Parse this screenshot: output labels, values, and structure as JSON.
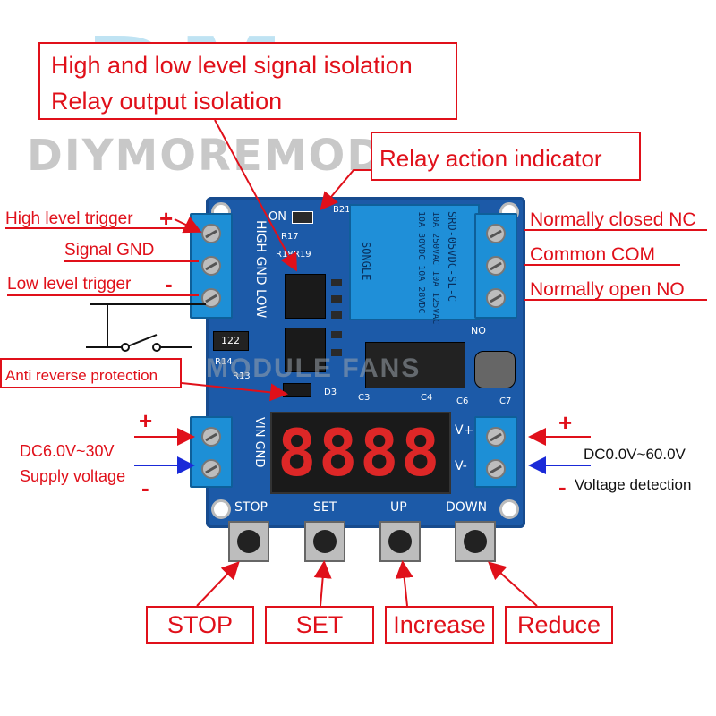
{
  "watermark": {
    "logo_letters": "DM",
    "brand": "DIYMOREMODULES",
    "overlay": "MODULE FANS"
  },
  "top_box": {
    "line1": "High and low level signal isolation",
    "line2": "Relay output isolation"
  },
  "relay_indicator": {
    "label": "Relay action indicator"
  },
  "left_labels": {
    "high_trigger": "High level trigger",
    "signal_gnd": "Signal GND",
    "low_trigger": "Low level trigger",
    "anti_reverse": "Anti reverse protection",
    "supply": "DC6.0V~30V",
    "supply_sub": "Supply voltage"
  },
  "right_labels": {
    "nc": "Normally closed NC",
    "com": "Common COM",
    "no": "Normally open NO",
    "detect_range": "DC0.0V~60.0V",
    "detect": "Voltage detection"
  },
  "signs": {
    "plus": "+",
    "minus": "-"
  },
  "board_silk": {
    "on": "ON",
    "b21": "B21",
    "r17": "R17",
    "r18": "R18",
    "r19": "R19",
    "in_label": "HIGH GND LOW",
    "vin_gnd": "VIN GND",
    "vplus": "V+",
    "vminus": "V-",
    "r14": "R14",
    "r13": "R13",
    "d3": "D3",
    "c3": "C3",
    "c4": "C4",
    "c6": "C6",
    "c7": "C7",
    "no": "NO",
    "chip_code": "122",
    "relay_model": "SRD-05VDC-SL-C",
    "relay_rating1": "10A 250VAC 10A 125VAC",
    "relay_rating2": "10A 30VDC 10A 28VDC",
    "relay_brand": "SONGLE"
  },
  "display": {
    "digits": [
      "8",
      "8",
      "8",
      "8"
    ]
  },
  "buttons": [
    {
      "silk": "STOP",
      "label": "STOP"
    },
    {
      "silk": "SET",
      "label": "SET"
    },
    {
      "silk": "UP",
      "label": "Increase"
    },
    {
      "silk": "DOWN",
      "label": "Reduce"
    }
  ],
  "colors": {
    "annotation": "#e0101a",
    "pcb": "#1c5aa8",
    "arrow_blue": "#1a2ad8",
    "terminal": "#1d8fd6"
  }
}
